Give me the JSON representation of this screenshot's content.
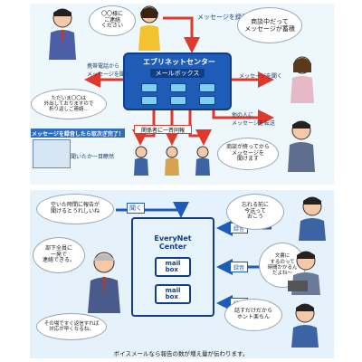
{
  "top": {
    "speech_top_left": "〇〇様に\nご連絡\nください",
    "record_label": "メッセージを録音",
    "speech_top_right": "商談中だって\nメッセージが蓄積",
    "center_title": "エブリネットセンター",
    "mailbox_label": "メールボックス",
    "listen_left": "携帯電話から\nメッセージを聞く",
    "listen_right": "メッセージを聞く",
    "speech_left": "ただいま〇〇は\n外出しておりますので\n折り返しご連絡…",
    "transfer_label": "他の人に\nメッセージを転送",
    "broadcast_label": "関係者に一斉同報",
    "banner": "メッセージを録音したら取次ぎ完了！",
    "glance_label": "聞いたか一目瞭然",
    "speech_bottom_right": "商談が終ってから\nメッセージを\n聞けます"
  },
  "bottom": {
    "speech_tl": "空いた時間に報告が\n聞けるとうれしいね",
    "listen_label": "聞く",
    "speech_ml": "部下全員に\n一発で\n連絡できる。",
    "speech_bl": "その場ですぐ返信すれば\n対応が早くなるね。",
    "center_title": "EveryNet\nCenter",
    "mailbox_1": "mail\nbox",
    "mailbox_2": "mail\nbox",
    "record_1": "録音",
    "record_2": "録音",
    "record_3": "録音",
    "speech_tr": "忘れる前に\n今送って\nおこう",
    "speech_mr": "文書に\nするのって\n時間かかるん\nだよね〜",
    "speech_br": "話すだけだから\nホント楽ちん",
    "caption": "ボイスメールなら報告の数が増え量が伝わります。"
  },
  "colors": {
    "center_blue": "#1e5cb8",
    "arrow_red": "#e0392b",
    "arrow_blue": "#1e5cb8",
    "banner_blue": "#2d6fbd"
  }
}
